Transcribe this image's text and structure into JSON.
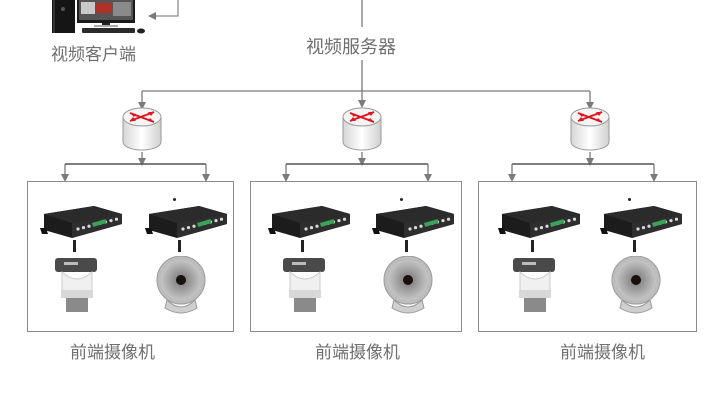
{
  "diagram": {
    "title": "视频监控系统拓扑",
    "client": {
      "label": "视频客户端",
      "icon": "desktop-pc-icon"
    },
    "server": {
      "label": "视频服务器"
    },
    "routers": [
      {
        "id": "router-1",
        "icon": "router-icon"
      },
      {
        "id": "router-2",
        "icon": "router-icon"
      },
      {
        "id": "router-3",
        "icon": "router-icon"
      }
    ],
    "groups": [
      {
        "label": "前端摄像机",
        "devices": [
          {
            "type": "dvr-encoder",
            "camera": "ptz-camera"
          },
          {
            "type": "dvr-encoder",
            "camera": "ir-bullet-camera"
          }
        ]
      },
      {
        "label": "前端摄像机",
        "devices": [
          {
            "type": "dvr-encoder",
            "camera": "ptz-camera"
          },
          {
            "type": "dvr-encoder",
            "camera": "ir-bullet-camera"
          }
        ]
      },
      {
        "label": "前端摄像机",
        "devices": [
          {
            "type": "dvr-encoder",
            "camera": "ptz-camera"
          },
          {
            "type": "dvr-encoder",
            "camera": "ir-bullet-camera"
          }
        ]
      }
    ],
    "colors": {
      "line": "#7a7a7a",
      "text": "#6f6f6f",
      "router_arrows": "#e0141e",
      "box_border": "#8a8a8a",
      "device_body": "#1c1c1c",
      "device_terminal": "#3aa35a"
    }
  }
}
